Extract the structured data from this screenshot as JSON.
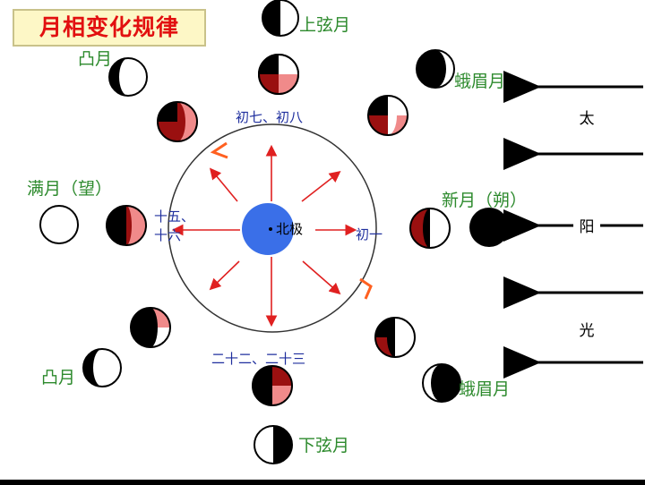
{
  "title": "月相变化规律",
  "north_pole": "北极",
  "sunlight_chars": [
    "太",
    "阳",
    "光"
  ],
  "outer_labels": {
    "top": "上弦月",
    "upper_right": "蛾眉月",
    "right": "新月（朔）",
    "lower_right": "蛾眉月",
    "bottom": "下弦月",
    "lower_left": "凸月",
    "left": "满月（望）",
    "upper_left": "凸月"
  },
  "inner_labels": {
    "top": "初七、初八",
    "right": "初一",
    "bottom": "二十二、二十三",
    "left_line1": "十五、",
    "left_line2": "十六"
  },
  "colors": {
    "title_red": "#e21010",
    "title_bg": "#fdf7c6",
    "label_green": "#2d8a2d",
    "label_blue": "#1f2f9e",
    "earth_blue": "#3a6fe8",
    "arrow_red": "#e02020",
    "lit_pink": "#f08a8a",
    "dark_red": "#9a1010"
  }
}
